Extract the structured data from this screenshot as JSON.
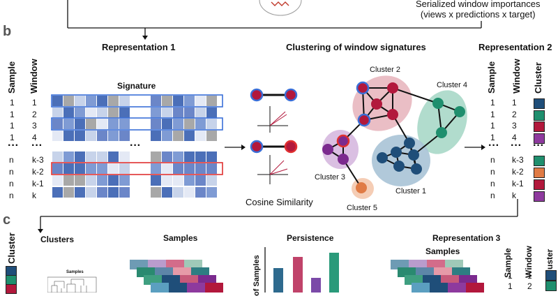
{
  "top": {
    "caption_line1": "Serialized window importances",
    "caption_line2": "(views x predictions x target)"
  },
  "panel_b": {
    "letter": "b",
    "rep1": {
      "title": "Representation 1",
      "col_sample": "Sample",
      "col_window": "Window",
      "signature_label": "Signature",
      "rows": [
        {
          "sample": "1",
          "window": "1"
        },
        {
          "sample": "1",
          "window": "2"
        },
        {
          "sample": "1",
          "window": "3"
        },
        {
          "sample": "1",
          "window": "4"
        },
        {
          "sample": "n",
          "window": "k-3"
        },
        {
          "sample": "n",
          "window": "k-2"
        },
        {
          "sample": "n",
          "window": "k-1"
        },
        {
          "sample": "n",
          "window": "k"
        }
      ],
      "ellipsis": "···"
    },
    "clustering": {
      "title": "Clustering of window signatures",
      "cosine_label": "Cosine Similarity",
      "clusters": [
        {
          "label": "Cluster 1",
          "color": "#1f4e79"
        },
        {
          "label": "Cluster 2",
          "color": "#b2183c"
        },
        {
          "label": "Cluster 3",
          "color": "#7b2a8e"
        },
        {
          "label": "Cluster 4",
          "color": "#1f8f6e"
        },
        {
          "label": "Cluster 5",
          "color": "#e07b45"
        }
      ]
    },
    "rep2": {
      "title": "Representation 2",
      "col_sample": "Sample",
      "col_window": "Window",
      "col_cluster": "Cluster",
      "rows": [
        {
          "sample": "1",
          "window": "1",
          "color": "#1f4e79"
        },
        {
          "sample": "1",
          "window": "2",
          "color": "#1f8f6e"
        },
        {
          "sample": "1",
          "window": "3",
          "color": "#b2183c"
        },
        {
          "sample": "1",
          "window": "4",
          "color": "#8e3a9e"
        },
        {
          "sample": "n",
          "window": "k-3",
          "color": "#1f8f6e"
        },
        {
          "sample": "n",
          "window": "k-2",
          "color": "#e07b45"
        },
        {
          "sample": "n",
          "window": "k-1",
          "color": "#b2183c"
        },
        {
          "sample": "n",
          "window": "k",
          "color": "#8e3a9e"
        }
      ],
      "ellipsis": "···"
    }
  },
  "panel_c": {
    "letter": "c",
    "cluster_label": "Cluster",
    "clusters_title": "Clusters",
    "samples_small": "Samples",
    "samples_title": "Samples",
    "persistence_title": "Persistence",
    "persistence_axis": "of Samples",
    "rep3_title": "Representation 3",
    "rep3_samples": "Samples",
    "col_sample": "Sample",
    "col_window": "Window",
    "col_cluster": "Cluster",
    "rows": [
      {
        "sample": "1",
        "window": "1"
      },
      {
        "sample": "1",
        "window": "2"
      }
    ]
  }
}
